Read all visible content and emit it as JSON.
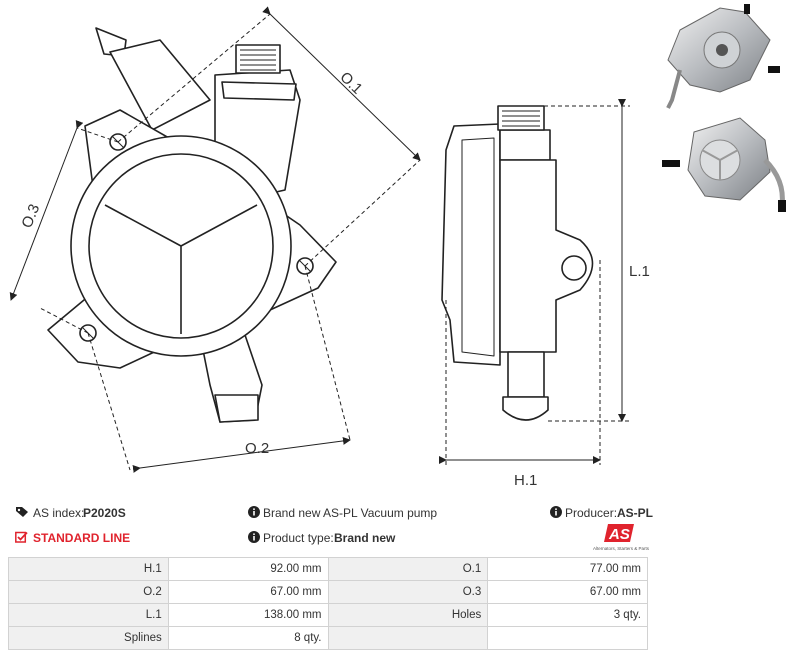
{
  "drawing": {
    "dims": {
      "o1": "O.1",
      "o2": "O.2",
      "o3": "O.3",
      "l1": "L.1",
      "h1": "H.1"
    }
  },
  "info": {
    "as_index_label": "AS index:",
    "as_index_value": "P2020S",
    "standard_line": "STANDARD LINE",
    "description": "Brand new AS-PL Vacuum pump",
    "product_type_label": "Product type:",
    "product_type_value": "Brand new",
    "producer_label": "Producer:",
    "producer_value": "AS-PL",
    "logo_text": "AS",
    "logo_tagline": "Alternators, Starters & Parts"
  },
  "specs": {
    "rows": [
      {
        "l1": "H.1",
        "v1": "92.00 mm",
        "l2": "O.1",
        "v2": "77.00 mm"
      },
      {
        "l1": "O.2",
        "v1": "67.00 mm",
        "l2": "O.3",
        "v2": "67.00 mm"
      },
      {
        "l1": "L.1",
        "v1": "138.00 mm",
        "l2": "Holes",
        "v2": "3 qty."
      },
      {
        "l1": "Splines",
        "v1": "8 qty.",
        "l2": "",
        "v2": ""
      }
    ]
  },
  "colors": {
    "accent_red": "#e0232d",
    "label_bg": "#f0f0f0",
    "border": "#d2d2d2"
  },
  "icons": [
    "tag-icon",
    "check-square-icon",
    "info-circle-icon"
  ]
}
